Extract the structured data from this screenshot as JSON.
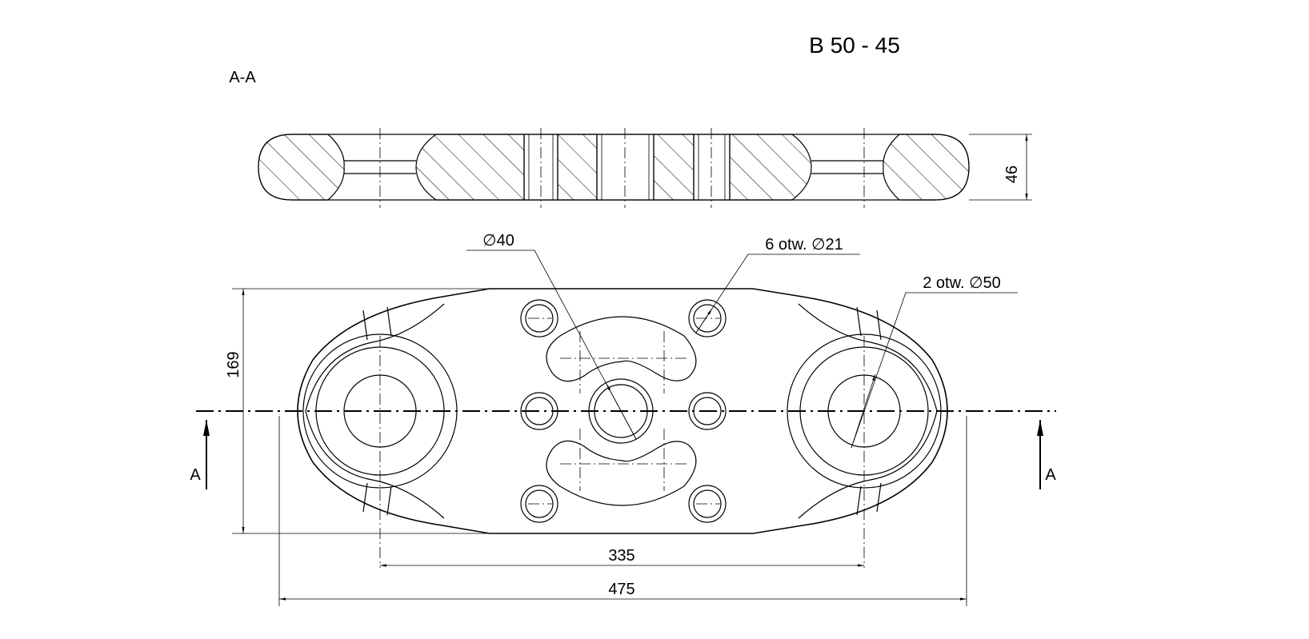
{
  "title": "B 50 - 45",
  "section_label": "A-A",
  "section_marker": "A",
  "dimensions": {
    "height": "46",
    "width_small": "169",
    "hole_center_distance": "335",
    "overall_length": "475"
  },
  "callouts": {
    "center_hole": "∅40",
    "small_holes": "6 otw. ∅21",
    "large_holes": "2 otw. ∅50"
  }
}
